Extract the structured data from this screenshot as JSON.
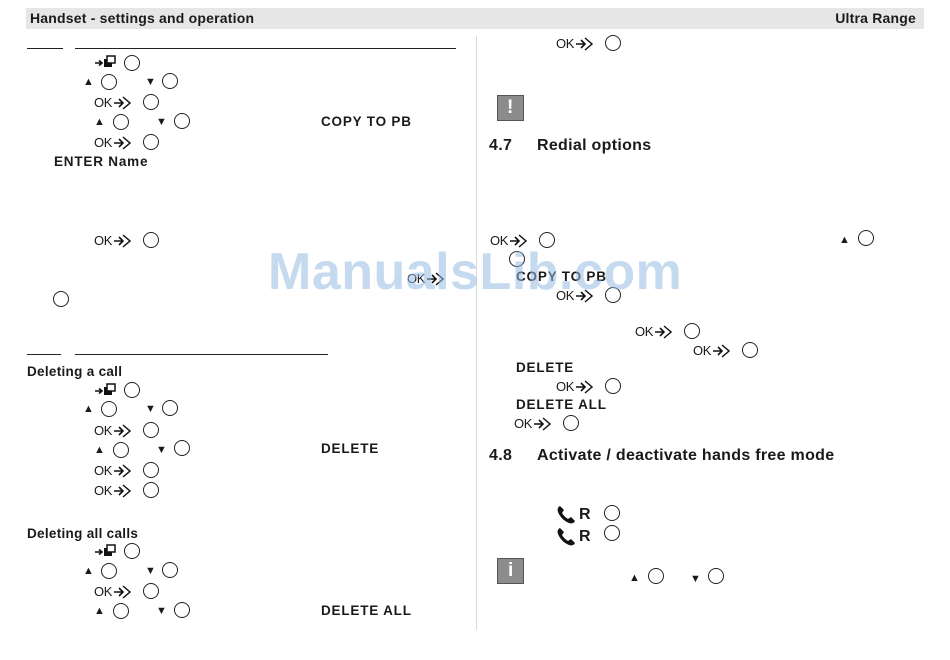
{
  "header": {
    "left_title": "Handset - settings and operation",
    "right_title": "Ultra Range"
  },
  "left_column": {
    "copy_label": "COPY TO PB",
    "enter_name": "ENTER Name",
    "deleting_call_heading": "Deleting a call",
    "delete_label": "DELETE",
    "deleting_all_heading": "Deleting all calls",
    "delete_all_label": "DELETE ALL"
  },
  "right_column": {
    "warning_icon_glyph": "!",
    "info_icon_glyph": "i",
    "section_47_num": "4.7",
    "section_47_title": "Redial options",
    "copy_label": "COPY TO PB",
    "delete_label": "DELETE",
    "delete_all_label": "DELETE ALL",
    "section_48_num": "4.8",
    "section_48_title": "Activate / deactivate hands free mode",
    "r_key": "R"
  },
  "key_labels": {
    "ok": "OK",
    "up": "▲",
    "down": "▼"
  },
  "watermark": "ManualsLib.com"
}
